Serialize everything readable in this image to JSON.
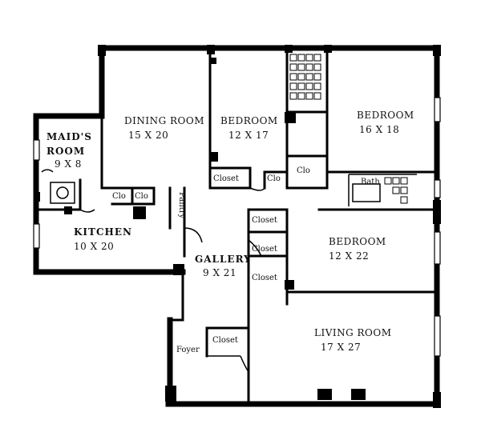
{
  "rooms": {
    "maids_room": {
      "name": "MAID'S ROOM",
      "name_line1": "MAID'S",
      "name_line2": "ROOM",
      "dims": "9 X 8"
    },
    "dining_room": {
      "name": "DINING ROOM",
      "dims": "15 X 20"
    },
    "bedroom_1": {
      "name": "BEDROOM",
      "dims": "12 X 17"
    },
    "bedroom_2": {
      "name": "BEDROOM",
      "dims": "16 X 18"
    },
    "kitchen": {
      "name": "KITCHEN",
      "dims": "10 X 20"
    },
    "gallery": {
      "name": "GALLERY",
      "dims": "9 X 21"
    },
    "bedroom_3": {
      "name": "BEDROOM",
      "dims": "12 X 22"
    },
    "living_room": {
      "name": "LIVING ROOM",
      "dims": "17 X 27"
    }
  },
  "small_labels": {
    "closet_bed1": "Closet",
    "clo_bed1": "Clo",
    "clo_bed2": "Clo",
    "bath": "Bath",
    "clo_kitchen_a": "Clo",
    "clo_kitchen_b": "Clo",
    "pantry": "Pantry",
    "closet_gallery_1": "Closet",
    "closet_gallery_2": "Closet",
    "closet_gallery_3": "Closet",
    "foyer": "Foyer",
    "closet_foyer": "Closet"
  }
}
